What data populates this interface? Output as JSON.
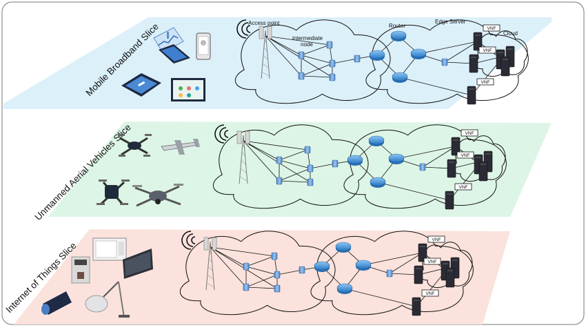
{
  "slices": [
    {
      "id": "mbb",
      "label": "Mobile Broadband Slice",
      "color": "#dcf0fa"
    },
    {
      "id": "uav",
      "label": "Unmanned Aerial Vehicles Slice",
      "color": "#dcf5e6"
    },
    {
      "id": "iot",
      "label": "Internet of Things Slice",
      "color": "#fbe2dc"
    }
  ],
  "labels": {
    "access_point": "Access point",
    "intermediate_node": "intermediate node",
    "router": "Router",
    "edge_server": "Edge Server",
    "cloud": "Cloud",
    "vnf": "VNF"
  },
  "colors": {
    "node": "#6a9fd8",
    "router": "#3e8fd8",
    "server": "#2b2b35",
    "link": "#111111"
  }
}
